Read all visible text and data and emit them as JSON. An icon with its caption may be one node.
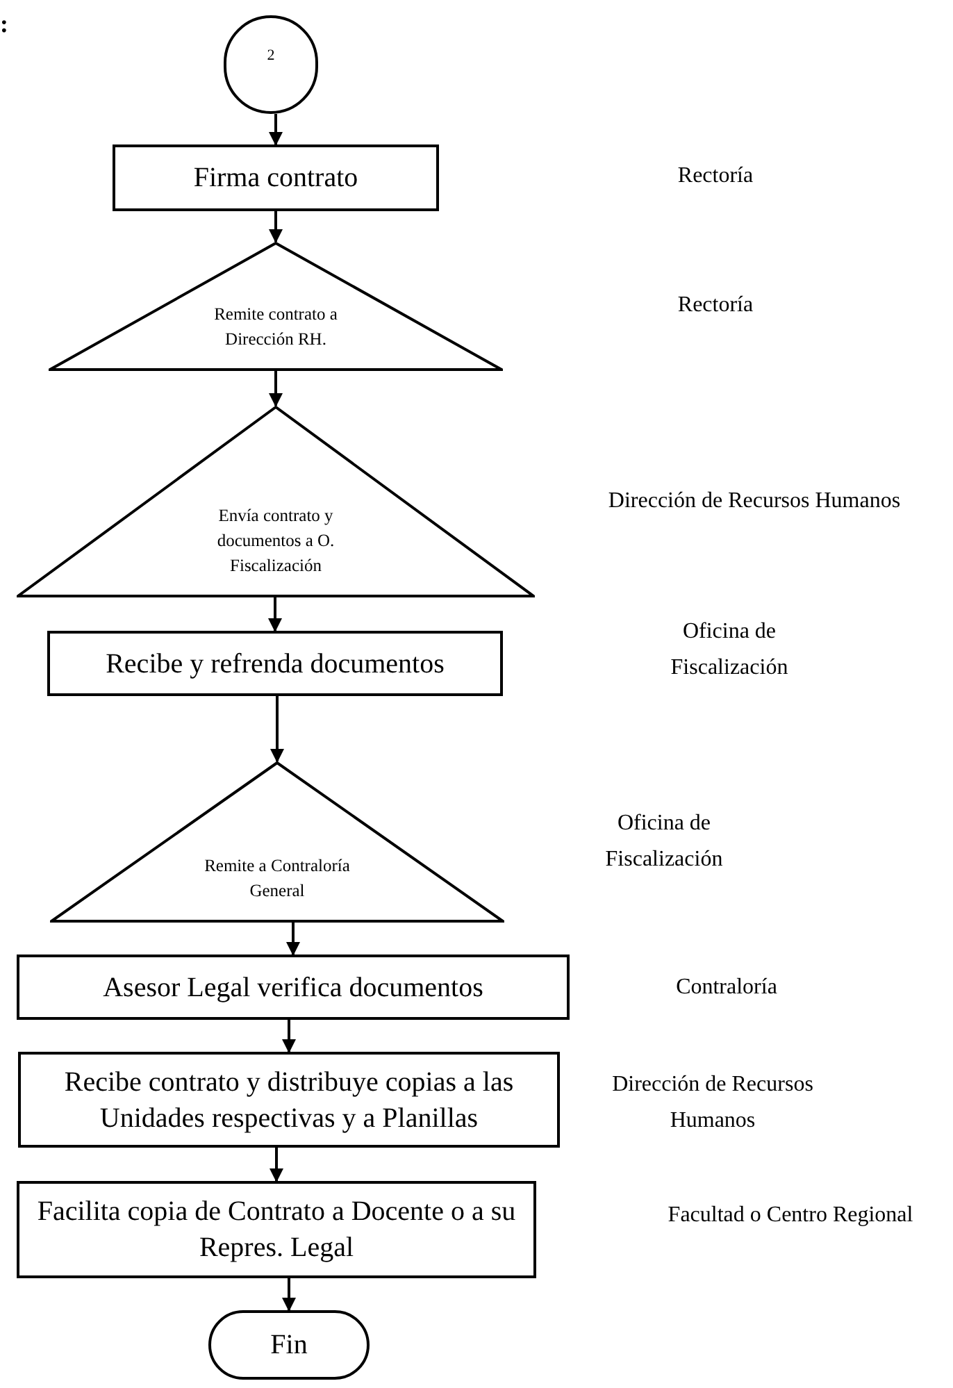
{
  "diagram": {
    "nodes": [
      {
        "text": [
          "2"
        ]
      },
      {
        "text": [
          "Firma contrato"
        ]
      },
      {
        "text": [
          "Remite contrato a Dirección RH."
        ]
      },
      {
        "text": [
          "Envía contrato y documentos a O. Fiscalización"
        ]
      },
      {
        "text": [
          "Recibe y refrenda documentos"
        ]
      },
      {
        "text": [
          "Remite a Contraloría General"
        ]
      },
      {
        "text": [
          "Asesor Legal verifica documentos"
        ]
      },
      {
        "text": [
          "Recibe contrato y distribuye copias a las Unidades respectivas y a Planillas"
        ]
      },
      {
        "text": [
          "Facilita copia de Contrato a Docente o a su Repres. Legal"
        ]
      },
      {
        "text": [
          "Fin"
        ]
      }
    ],
    "edges": [
      {
        "from": 0,
        "to": 1,
        "arrow": "to"
      },
      {
        "from": 1,
        "to": 2,
        "arrow": "to"
      },
      {
        "from": 2,
        "to": 3,
        "arrow": "to"
      },
      {
        "from": 3,
        "to": 4,
        "arrow": "to"
      },
      {
        "from": 4,
        "to": 5,
        "arrow": "to"
      },
      {
        "from": 5,
        "to": 6,
        "arrow": "to"
      },
      {
        "from": 6,
        "to": 7,
        "arrow": "to"
      },
      {
        "from": 7,
        "to": 8,
        "arrow": "to"
      },
      {
        "from": 8,
        "to": 9,
        "arrow": "to"
      }
    ],
    "labels": [
      ":",
      "Rectoría",
      "Rectoría",
      "Dirección de Recursos Humanos",
      "Oficina de Fiscalización",
      "Oficina de Fiscalización",
      "Contraloría",
      "Dirección de Recursos Humanos",
      "Facultad o Centro Regional"
    ]
  }
}
